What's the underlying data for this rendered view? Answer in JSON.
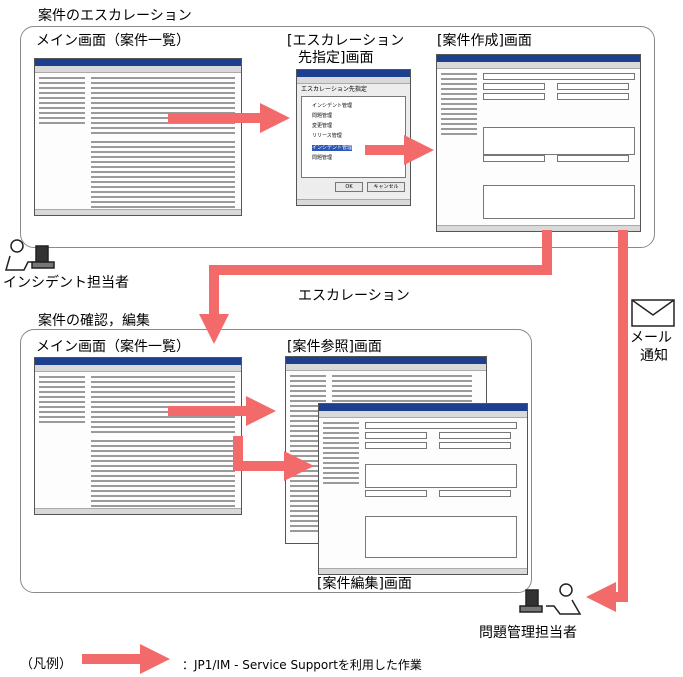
{
  "colors": {
    "arrow": "#f26a6a",
    "panel_border": "#8a8a8a"
  },
  "section_top": {
    "title": "案件のエスカレーション",
    "main_label": "メイン画面（案件一覧）",
    "escalation_label_1": "[エスカレーション",
    "escalation_label_2": "先指定]画面",
    "create_label": "[案件作成]画面"
  },
  "escalation_dialog": {
    "title": "エスカレーション先指定",
    "items": [
      "インシデント管理",
      "問題管理",
      "変更管理",
      "リリース管理",
      "インシデント管理",
      "問題管理"
    ],
    "ok": "OK",
    "cancel": "キャンセル"
  },
  "actor_incident": "インシデント担当者",
  "actor_problem": "問題管理担当者",
  "escalation_label": "エスカレーション",
  "mail_label_1": "メール",
  "mail_label_2": "通知",
  "section_bottom": {
    "title": "案件の確認，編集",
    "main_label": "メイン画面（案件一覧）",
    "view_label": "[案件参照]画面",
    "edit_label": "[案件編集]画面"
  },
  "legend": {
    "paren": "（凡例）",
    "text": "：JP1/IM - Service Supportを利用した作業"
  }
}
